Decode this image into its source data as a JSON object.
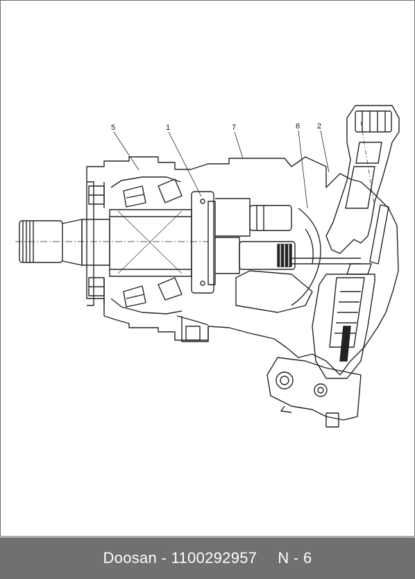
{
  "caption": {
    "brand": "Doosan",
    "separator": "-",
    "part_number": "1100292957",
    "diagram_code": "N - 6"
  },
  "callouts": [
    "5",
    "1",
    "7",
    "6",
    "2"
  ],
  "colors": {
    "footer_background": "#707070",
    "footer_text": "#ffffff",
    "line": "#222222"
  }
}
